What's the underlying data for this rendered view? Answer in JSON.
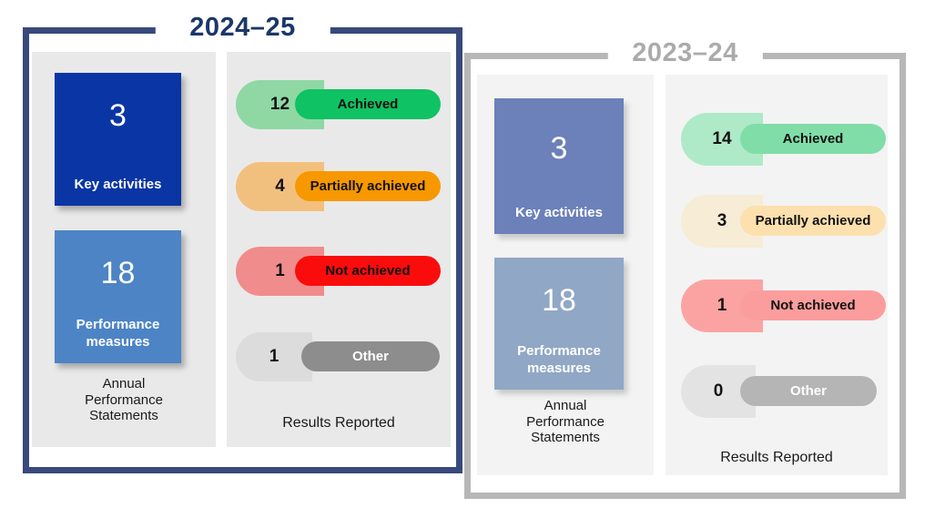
{
  "chart_data": {
    "type": "table",
    "groups": [
      {
        "period": "2024–25",
        "key_activities": 3,
        "performance_measures": 18,
        "results_reported": [
          {
            "label": "Achieved",
            "value": 12
          },
          {
            "label": "Partially achieved",
            "value": 4
          },
          {
            "label": "Not achieved",
            "value": 1
          },
          {
            "label": "Other",
            "value": 1
          }
        ]
      },
      {
        "period": "2023–24",
        "key_activities": 3,
        "performance_measures": 18,
        "results_reported": [
          {
            "label": "Achieved",
            "value": 14
          },
          {
            "label": "Partially achieved",
            "value": 3
          },
          {
            "label": "Not achieved",
            "value": 1
          },
          {
            "label": "Other",
            "value": 0
          }
        ]
      }
    ]
  },
  "panels": [
    {
      "title": "2024–25",
      "title_color": "#1c3768",
      "frame_color": "#38497b",
      "column_bg": "#e9e9e9",
      "summary": {
        "cards": [
          {
            "value": "3",
            "label": "Key activities",
            "bg": "#0a35a5"
          },
          {
            "value": "18",
            "label": "Performance measures",
            "bg": "#4c84c5"
          }
        ],
        "caption": "Annual Performance Statements"
      },
      "results": {
        "caption": "Results Reported",
        "rows": [
          {
            "count": "12",
            "label": "Achieved",
            "bubble": "#8fd8a4",
            "pill": "#0fc263",
            "text": "#121212"
          },
          {
            "count": "4",
            "label": "Partially achieved",
            "bubble": "#f2c07e",
            "pill": "#f79800",
            "text": "#121212"
          },
          {
            "count": "1",
            "label": "Not achieved",
            "bubble": "#f08c8c",
            "pill": "#fb0c0c",
            "text": "#121212"
          },
          {
            "count": "1",
            "label": "Other",
            "bubble": "#dcdcdc",
            "pill": "#8d8d8d",
            "text": "#ffffff"
          }
        ]
      }
    },
    {
      "title": "2023–24",
      "title_color": "#ababab",
      "frame_color": "#b7b7b7",
      "column_bg": "#f3f3f3",
      "summary": {
        "cards": [
          {
            "value": "3",
            "label": "Key activities",
            "bg": "#6c80b9"
          },
          {
            "value": "18",
            "label": "Performance measures",
            "bg": "#90a7c6"
          }
        ],
        "caption": "Annual Performance Statements"
      },
      "results": {
        "caption": "Results Reported",
        "rows": [
          {
            "count": "14",
            "label": "Achieved",
            "bubble": "#aeeac7",
            "pill": "#80dda8",
            "text": "#121212"
          },
          {
            "count": "3",
            "label": "Partially achieved",
            "bubble": "#f7ecd6",
            "pill": "#fce0ae",
            "text": "#121212"
          },
          {
            "count": "1",
            "label": "Not achieved",
            "bubble": "#fba3a3",
            "pill": "#fb9d9d",
            "text": "#121212"
          },
          {
            "count": "0",
            "label": "Other",
            "bubble": "#e3e3e3",
            "pill": "#b5b5b5",
            "text": "#ffffff"
          }
        ]
      }
    }
  ]
}
